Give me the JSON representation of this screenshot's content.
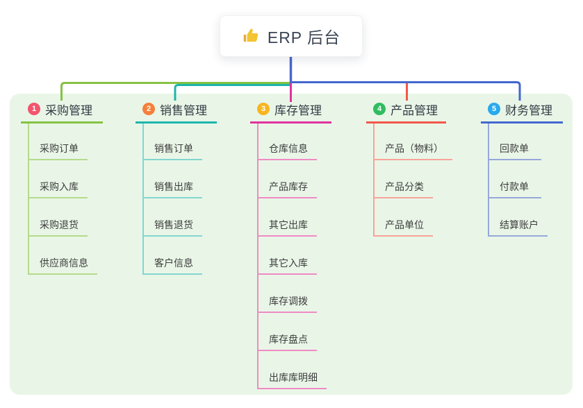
{
  "root": {
    "label": "ERP 后台",
    "icon": "thumbs-up-icon",
    "icon_color": "#f2c531",
    "trunk_color": "#4b66cc"
  },
  "panel": {
    "background_color": "#e9f6e7"
  },
  "branches": [
    {
      "num": "1",
      "title": "采购管理",
      "badge_color": "#f2556e",
      "line_color": "#85c243",
      "item_line_color": "#b5da8b",
      "items": [
        "采购订单",
        "采购入库",
        "采购退货",
        "供应商信息"
      ]
    },
    {
      "num": "2",
      "title": "销售管理",
      "badge_color": "#f6803b",
      "line_color": "#1cb5ac",
      "item_line_color": "#82d6cf",
      "items": [
        "销售订单",
        "销售出库",
        "销售退货",
        "客户信息"
      ]
    },
    {
      "num": "3",
      "title": "库存管理",
      "badge_color": "#f7b520",
      "line_color": "#e0329e",
      "item_line_color": "#ef8ac4",
      "items": [
        "仓库信息",
        "产品库存",
        "其它出库",
        "其它入库",
        "库存调拨",
        "库存盘点",
        "出库库明细"
      ]
    },
    {
      "num": "4",
      "title": "产品管理",
      "badge_color": "#2fbd5f",
      "line_color": "#f4564a",
      "item_line_color": "#f9a29a",
      "items": [
        "产品（物料）",
        "产品分类",
        "产品单位"
      ]
    },
    {
      "num": "5",
      "title": "财务管理",
      "badge_color": "#29a9ee",
      "line_color": "#4366cf",
      "item_line_color": "#96a7dc",
      "items": [
        "回款单",
        "付款单",
        "结算账户"
      ]
    }
  ]
}
